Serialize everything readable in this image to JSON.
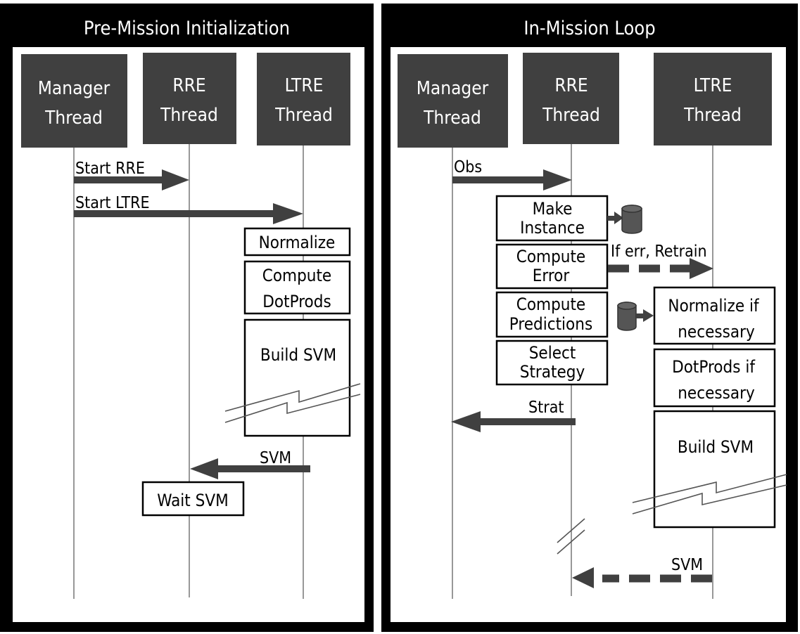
{
  "panels": [
    {
      "title": "Pre-Mission Initialization",
      "threads": [
        "Manager|Thread",
        "RRE|Thread",
        "LTRE|Thread"
      ],
      "messages": [
        {
          "label": "Start RRE",
          "from": "Manager",
          "to": "RRE",
          "style": "solid"
        },
        {
          "label": "Start LTRE",
          "from": "Manager",
          "to": "LTRE",
          "style": "solid"
        },
        {
          "label": "SVM",
          "from": "LTRE",
          "to": "RRE",
          "style": "solid"
        }
      ],
      "activities": [
        {
          "label": "Normalize",
          "thread": "LTRE"
        },
        {
          "label": "Compute|DotProds",
          "thread": "LTRE"
        },
        {
          "label": "Build SVM",
          "thread": "LTRE",
          "interrupted": true
        },
        {
          "label": "Wait SVM",
          "thread": "RRE"
        }
      ]
    },
    {
      "title": "In-Mission Loop",
      "threads": [
        "Manager|Thread",
        "RRE|Thread",
        "LTRE|Thread"
      ],
      "messages": [
        {
          "label": "Obs",
          "from": "Manager",
          "to": "RRE",
          "style": "solid"
        },
        {
          "label": "If err, Retrain",
          "from": "RRE",
          "to": "LTRE",
          "style": "dashed"
        },
        {
          "label": "Strat",
          "from": "RRE",
          "to": "Manager",
          "style": "solid"
        },
        {
          "label": "SVM",
          "from": "LTRE",
          "to": "RRE",
          "style": "dashed"
        }
      ],
      "activities": [
        {
          "label": "Make|Instance",
          "thread": "RRE"
        },
        {
          "label": "Compute|Error",
          "thread": "RRE"
        },
        {
          "label": "Compute|Predictions",
          "thread": "RRE"
        },
        {
          "label": "Select|Strategy",
          "thread": "RRE"
        },
        {
          "label": "Normalize if|necessary",
          "thread": "LTRE"
        },
        {
          "label": "DotProds if|necessary",
          "thread": "LTRE"
        },
        {
          "label": "Build SVM",
          "thread": "LTRE",
          "interrupted": true
        }
      ],
      "icons": [
        "database-icon-write",
        "database-icon-read"
      ]
    }
  ]
}
